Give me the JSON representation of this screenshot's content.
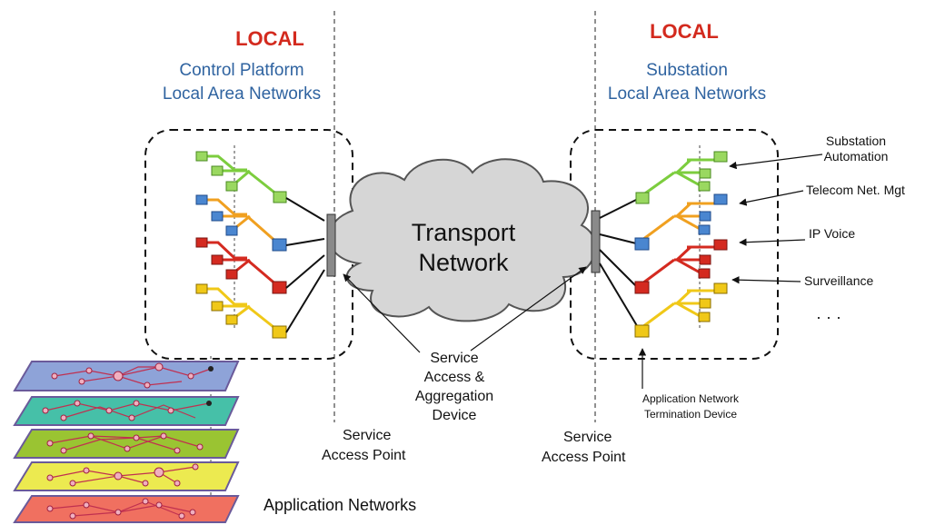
{
  "left": {
    "local": "LOCAL",
    "region_line1": "Control Platform",
    "region_line2": "Local Area Networks"
  },
  "right": {
    "local": "LOCAL",
    "region_line1": "Substation",
    "region_line2": "Local Area Networks"
  },
  "cloud": {
    "line1": "Transport",
    "line2": "Network"
  },
  "service_device": {
    "line1": "Service",
    "line2": "Access &",
    "line3": "Aggregation",
    "line4": "Device"
  },
  "sap_left": {
    "line1": "Service",
    "line2": "Access Point"
  },
  "sap_right": {
    "line1": "Service",
    "line2": "Access Point"
  },
  "applications": {
    "substation_automation_line1": "Substation",
    "substation_automation_line2": "Automation",
    "telecom": "Telecom Net. Mgt",
    "ip_voice": "IP Voice",
    "surveillance": "Surveillance",
    "more": "· · ·"
  },
  "termination": {
    "line1": "Application Network",
    "line2": "Termination Device"
  },
  "app_networks_label": "Application Networks",
  "colors": {
    "green": "#7ccd3e",
    "blue": "#3e78c0",
    "orange": "#f0a020",
    "red": "#d42a20",
    "yellow": "#f0c818",
    "local_red": "#d32a1e",
    "region_blue": "#2f63a0",
    "cloud_fill": "#d6d6d6",
    "device_gray": "#8a8a8a"
  },
  "layers": [
    {
      "color": "#8ea3d8"
    },
    {
      "color": "#46c0a8"
    },
    {
      "color": "#9ac432"
    },
    {
      "color": "#ecea50"
    },
    {
      "color": "#f07060"
    }
  ]
}
